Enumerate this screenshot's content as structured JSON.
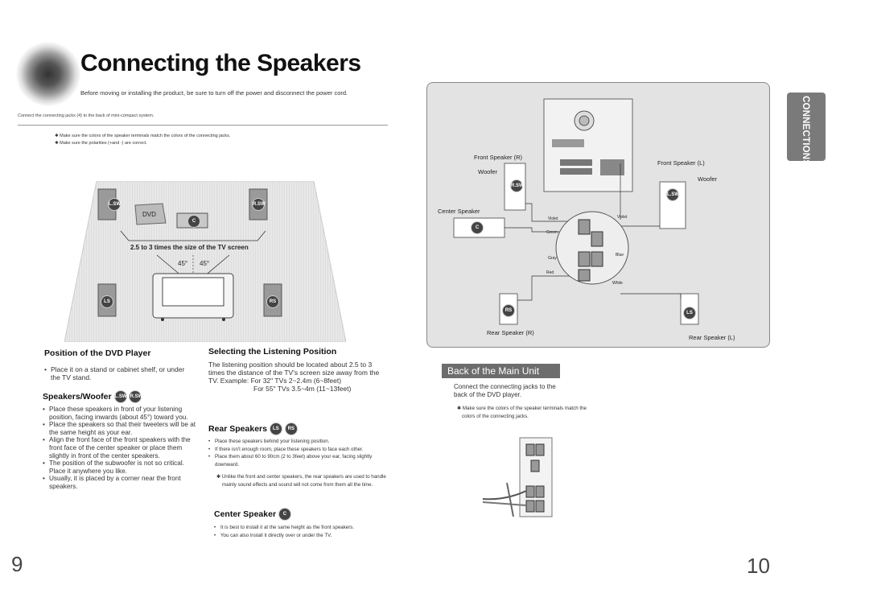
{
  "left_page": {
    "title": "Connecting the Speakers",
    "intro": "Before moving or installing the product, be sure to turn off the power and disconnect the power cord.",
    "connect_note": "Connect the connecting jacks (4) to the back of mini-compact system.",
    "top_bullets": [
      "Make sure the colors of the speaker terminals match the colors of the connecting jacks.",
      "Make sure the polarities (+and -) are correct."
    ],
    "diagram": {
      "dvd_label": "DVD",
      "size_label": "2.5 to 3 times the size of the TV screen",
      "angle_left": "45°",
      "angle_right": "45°",
      "badges": {
        "lsw": "L.SW",
        "rsw": "R.SW",
        "c": "C",
        "ls": "LS",
        "rs": "RS"
      }
    },
    "dvd_player": {
      "heading": "Position of the DVD Player",
      "bullets": [
        "Place it on a stand or cabinet shelf, or under the TV stand."
      ]
    },
    "speakers_woofer": {
      "heading": "Speakers/Woofer",
      "badges": [
        "L.SW",
        "R.SW"
      ],
      "bullets": [
        "Place these speakers in front of your listening position, facing inwards (about 45°) toward you.",
        "Place the speakers so that their tweeters will be at the same height as your ear.",
        "Align the front face of the front speakers with the front face of the center speaker or place them slightly in front of the center speakers.",
        "The position of the subwoofer is not so critical. Place it anywhere you like.",
        "Usually, it is placed by a corner near the front speakers."
      ]
    },
    "listening": {
      "heading": "Selecting the Listening Position",
      "text": "The listening position should be located about 2.5 to 3 times the distance of the TV's screen size away from the TV. Example: For 32\" TVs 2~2.4m (6~8feet)",
      "text2": "For 55\" TVs 3.5~4m (11~13feet)"
    },
    "rear": {
      "heading": "Rear Speakers",
      "badges": [
        "LS",
        "RS"
      ],
      "bullets": [
        "Place these speakers behind your listening position.",
        "If there isn't enough room, place these speakers to face each other.",
        "Place them about 60 to 90cm (2 to 3feet) above your ear, facing slightly downward."
      ],
      "note": "Unlike the front and center speakers, the rear speakers are used to handle mainly sound effects and sound will not come from them all the time."
    },
    "center": {
      "heading": "Center Speaker",
      "badge": "C",
      "bullets": [
        "It is best to install it at the same height as the front speakers.",
        "You can also install it directly over or under the TV."
      ]
    },
    "page_number": "9"
  },
  "right_page": {
    "tab": "CONNECTIONS",
    "diagram": {
      "front_speaker_r": "Front Speaker (R)",
      "front_speaker_l": "Front Speaker (L)",
      "woofer_r": "Woofer",
      "woofer_l": "Woofer",
      "center_speaker": "Center Speaker",
      "rear_speaker_r": "Rear Speaker (R)",
      "rear_speaker_l": "Rear Speaker (L)",
      "wires": {
        "violet_l": "Violet",
        "violet_r": "Violet",
        "green": "Green",
        "gray": "Gray",
        "blue": "Blue",
        "red": "Red",
        "white": "White"
      },
      "badges": {
        "rsw": "R.SW",
        "lsw": "L.SW",
        "c": "C",
        "rs": "RS",
        "ls": "LS"
      }
    },
    "back_title": "Back of the Main Unit",
    "back_text": "Connect the connecting jacks to the back of the DVD player.",
    "back_note": "Make sure the colors of the speaker terminals match the colors of the connecting jacks.",
    "page_number": "10"
  }
}
